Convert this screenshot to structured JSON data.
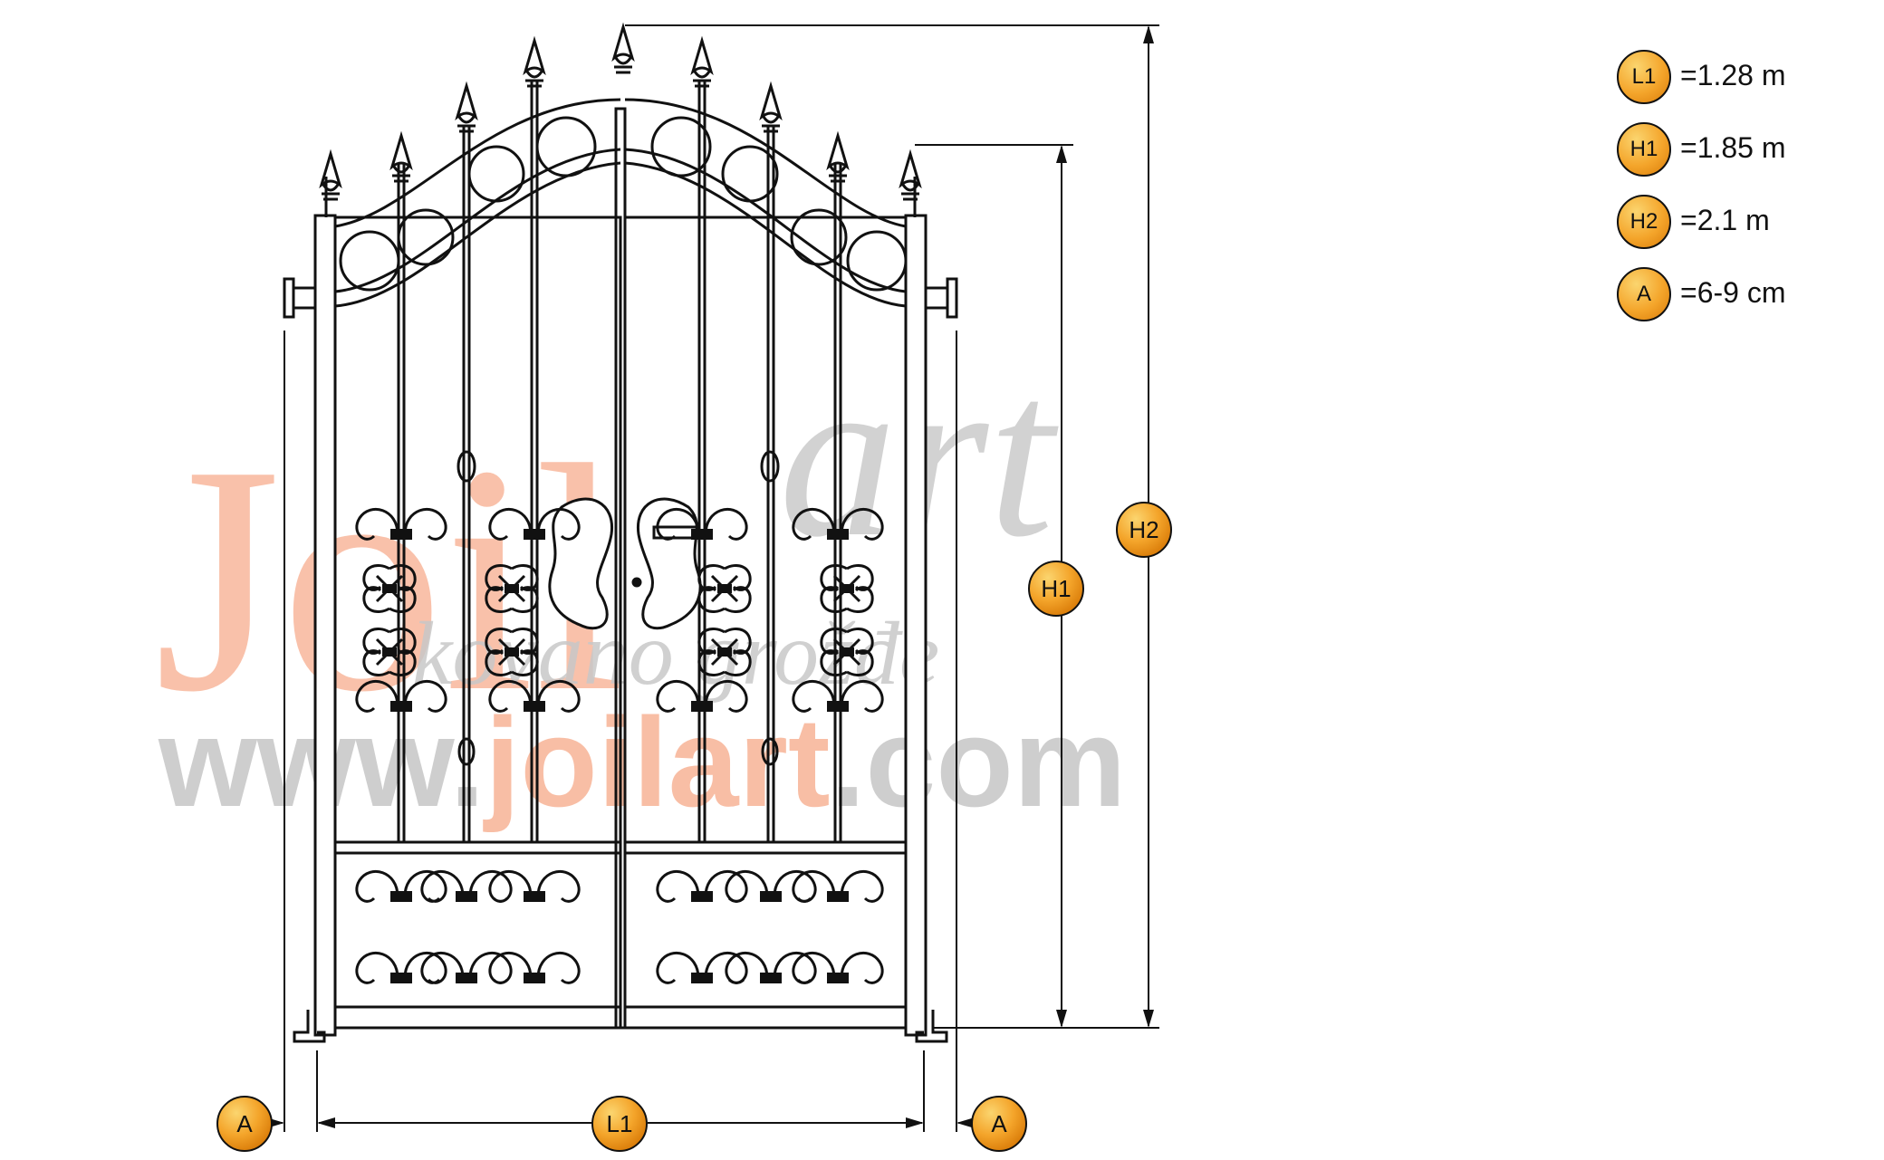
{
  "watermark": {
    "brand_part1": "Joil",
    "brand_part2": "art",
    "tagline": "kovano grožđe",
    "url_prefix": "www.",
    "url_brand": "joilart",
    "url_suffix": ".com",
    "colors": {
      "accent": "#f8b79c",
      "gray": "#d3d3d3"
    }
  },
  "badges": {
    "a_left": "A",
    "l1": "L1",
    "a_right": "A",
    "h1": "H1",
    "h2": "H2"
  },
  "legend": [
    {
      "badge": "L1",
      "value": "=1.28 m"
    },
    {
      "badge": "H1",
      "value": "=1.85 m"
    },
    {
      "badge": "H2",
      "value": "=2.1 m"
    },
    {
      "badge": "A",
      "value": "=6-9 cm"
    }
  ],
  "colors": {
    "line": "#111111",
    "badge_fill": "#f4a52b",
    "badge_stroke": "#111111"
  }
}
